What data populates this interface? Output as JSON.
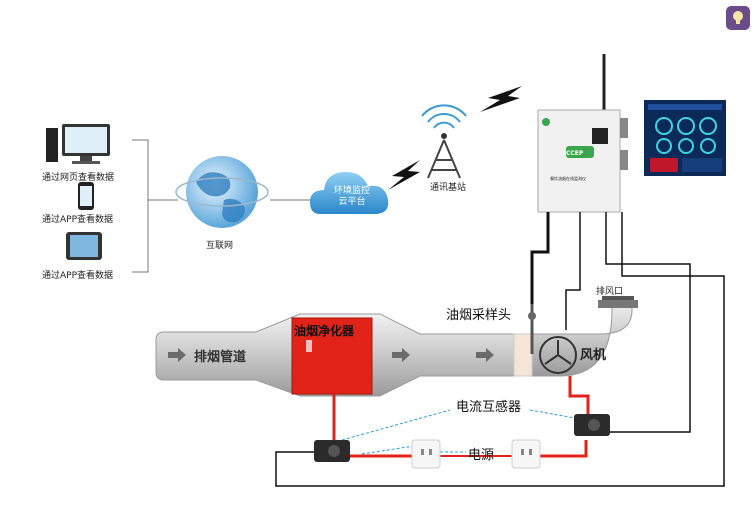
{
  "labels": {
    "view_web": "通过网页查看数据",
    "view_app_phone": "通过APP查看数据",
    "view_app_tablet": "通过APP查看数据",
    "internet": "互联网",
    "cloud": "环境监控\n云平台",
    "base_station": "通讯基站",
    "sampling_head": "油烟采样头",
    "exhaust_outlet": "排风口",
    "duct": "排烟管道",
    "purifier": "油烟净化器",
    "fan": "风机",
    "ct_sensor": "电流互感器",
    "power": "电源",
    "device_brand": "CCEP",
    "device_caption": "餐饮油烟在线监测仪"
  },
  "icons": {
    "hint": "lightbulb-icon",
    "desktop": "desktop-computer-icon",
    "phone": "smartphone-icon",
    "tablet": "tablet-icon",
    "globe": "globe-icon",
    "cloud": "cloud-icon",
    "tower": "cell-tower-icon",
    "lightning": "lightning-icon",
    "monitor": "monitor-box-icon",
    "dashboard": "dashboard-screen-icon",
    "socket": "power-socket-icon",
    "clamp": "current-clamp-icon"
  },
  "colors": {
    "duct": "#c8c8c8",
    "purifier": "#e2231a",
    "cloud": "#4aa3df",
    "signal_wire": "#e2231a",
    "data_wire": "#2a9fd6",
    "cable": "#111111",
    "hint_bg": "#6b4c8a"
  }
}
